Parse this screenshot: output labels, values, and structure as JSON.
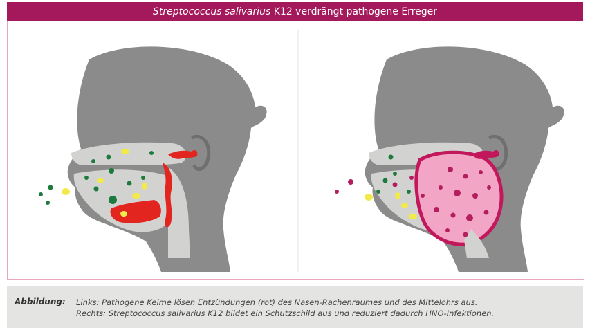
{
  "header": {
    "title_species": "Streptococcus salivarius",
    "title_rest": " K12 verdrängt pathogene Erreger"
  },
  "caption": {
    "label": "Abbildung:",
    "line1": "Links: Pathogene Keime lösen Entzündungen (rot) des Nasen-Rachenraumes und des Mittelohrs aus.",
    "line2": "Rechts: Streptococcus salivarius K12 bildet ein Schutzschild aus und reduziert dadurch HNO-Infektionen."
  },
  "colors": {
    "title_bar": "#a3195b",
    "head": "#8b8b8b",
    "airway": "#d2d2d0",
    "inflammation": "#e2251f",
    "pathogen": "#1c7a3c",
    "k12_bacteria": "#f2ea4a",
    "shield": "#f2a5c4",
    "shield_dots": "#b41e5f",
    "caption_bg": "#e4e4e2"
  }
}
